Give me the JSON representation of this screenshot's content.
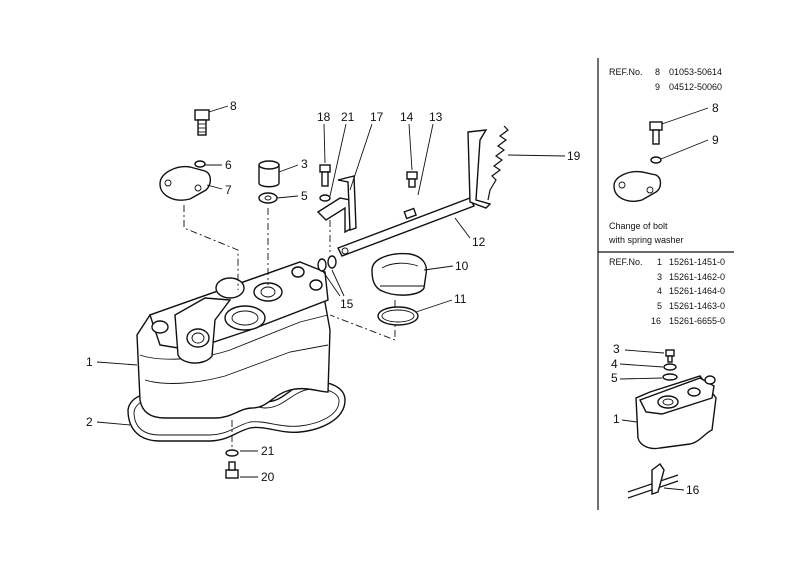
{
  "callouts": {
    "c8": "8",
    "c6": "6",
    "c7": "7",
    "c3": "3",
    "c5": "5",
    "c18": "18",
    "c21": "21",
    "c17": "17",
    "c14": "14",
    "c13": "13",
    "c19": "19",
    "c12": "12",
    "c10": "10",
    "c15": "15",
    "c11": "11",
    "c1": "1",
    "c2": "2",
    "c21b": "21",
    "c20": "20"
  },
  "panel_top": {
    "ref_label": "REF.No.",
    "rows": [
      {
        "no": "8",
        "part": "01053-50614"
      },
      {
        "no": "9",
        "part": "04512-50060"
      }
    ],
    "callout_8": "8",
    "callout_9": "9",
    "caption_line1": "Change of bolt",
    "caption_line2": "with spring washer"
  },
  "panel_bottom": {
    "ref_label": "REF.No.",
    "rows": [
      {
        "no": "1",
        "part": "15261-1451-0"
      },
      {
        "no": "3",
        "part": "15261-1462-0"
      },
      {
        "no": "4",
        "part": "15261-1464-0"
      },
      {
        "no": "5",
        "part": "15261-1463-0"
      },
      {
        "no": "16",
        "part": "15261-6655-0"
      }
    ],
    "callout_3": "3",
    "callout_4": "4",
    "callout_5": "5",
    "callout_1": "1",
    "callout_16": "16"
  }
}
